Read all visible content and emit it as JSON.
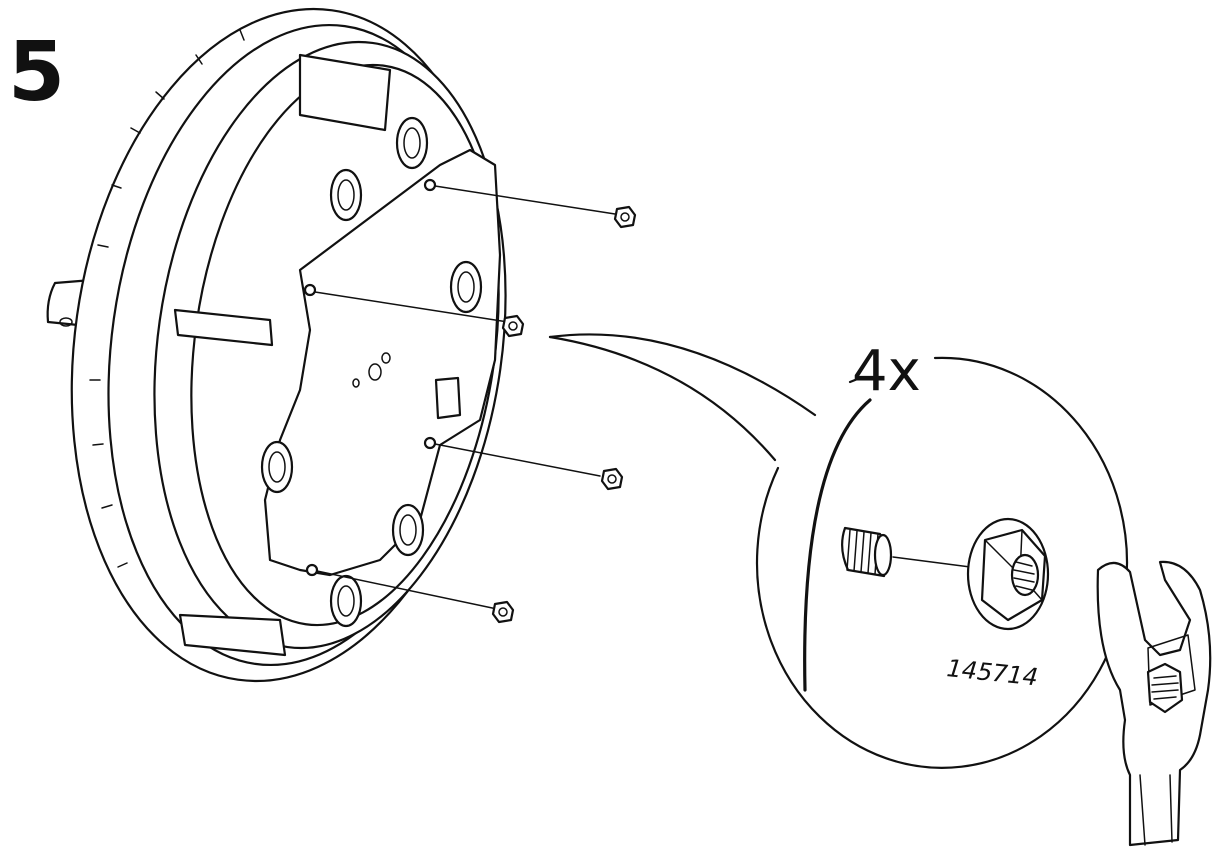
{
  "step": {
    "number": "5"
  },
  "callout": {
    "quantity": "4x",
    "part_number": "145714"
  },
  "parts": {
    "housing": "round-base-housing-icon",
    "nut": "flange-nut-icon",
    "bolt": "threaded-stud-icon",
    "tool": "adjustable-wrench-icon"
  },
  "colors": {
    "line": "#111111",
    "background": "#ffffff"
  }
}
